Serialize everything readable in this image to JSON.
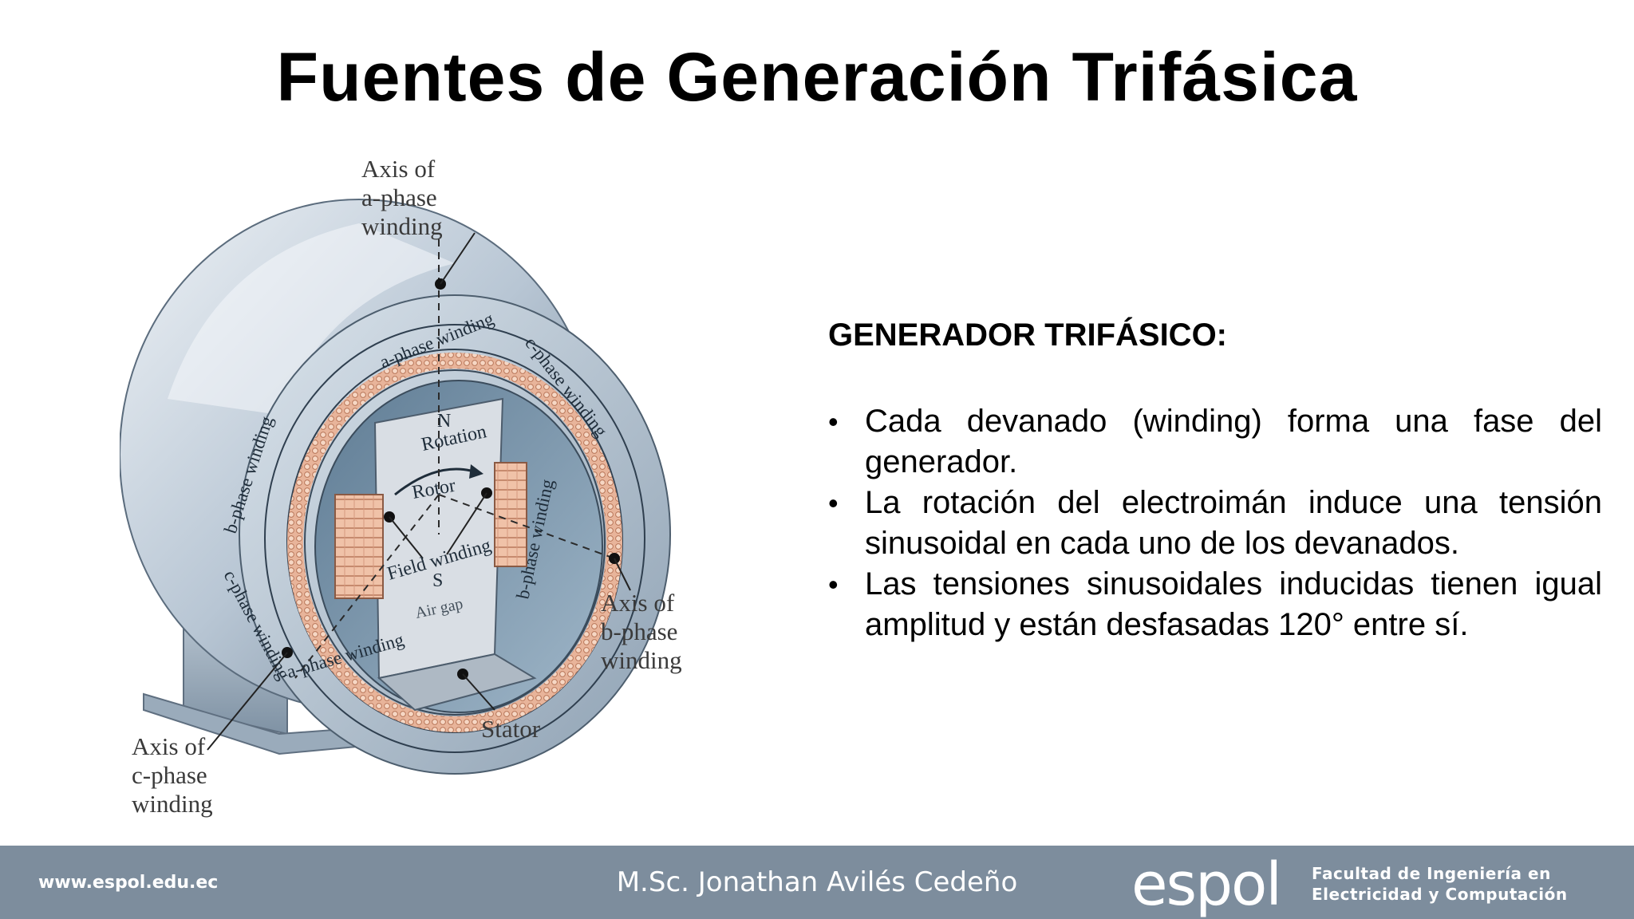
{
  "slide": {
    "title": "Fuentes de Generación Trifásica"
  },
  "figure": {
    "labels": {
      "axis_a": "Axis of\na-phase\nwinding",
      "axis_b": "Axis of\nb-phase\nwinding",
      "axis_c": "Axis of\nc-phase\nwinding",
      "stator": "Stator"
    },
    "inner_labels": {
      "a_top": "a-phase winding",
      "c_top": "c-phase winding",
      "b_left": "b-phase winding",
      "b_right": "b-phase winding",
      "c_left": "c-phase winding",
      "a_bottom": "a-phase winding",
      "n": "N",
      "s": "S",
      "rotation": "Rotation",
      "rotor": "Rotor",
      "field_winding": "Field winding",
      "air_gap": "Air gap"
    },
    "colors": {
      "stator_body": "#b9c8d6",
      "coil": "#e8b49a",
      "rotor": "#d9dee4"
    }
  },
  "content": {
    "heading": "GENERADOR TRIFÁSICO:",
    "bullets": [
      "Cada devanado (winding) forma una fase del generador.",
      "La rotación del electroimán induce una tensión sinusoidal en cada uno de los devanados.",
      "Las tensiones sinusoidales inducidas tienen igual amplitud y están desfasadas 120° entre sí."
    ],
    "bullet_symbol": "•"
  },
  "footer": {
    "url": "www.espol.edu.ec",
    "author": "M.Sc. Jonathan Avilés Cedeño",
    "logo": "espol",
    "faculty_line1": "Facultad de Ingeniería en",
    "faculty_line2": "Electricidad y Computación",
    "background": "#7d8d9d"
  }
}
